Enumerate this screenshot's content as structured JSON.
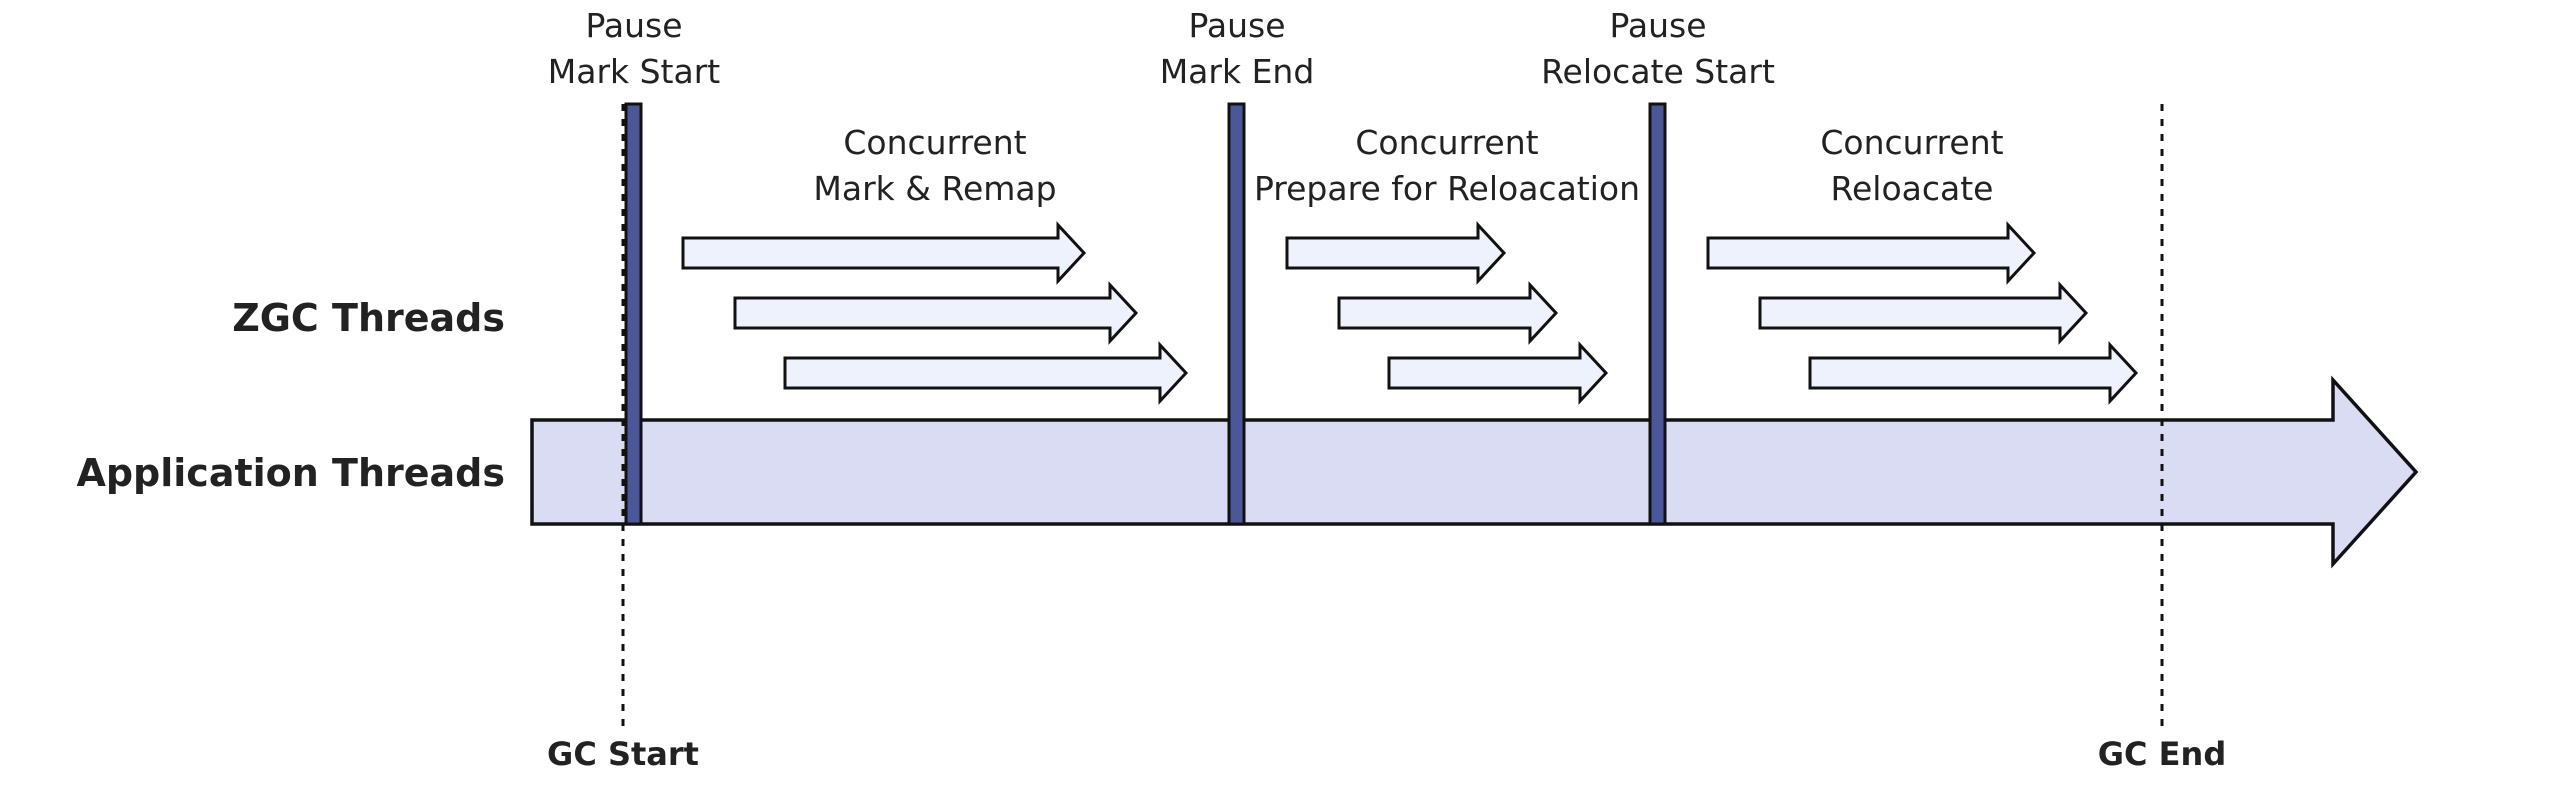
{
  "lanes": {
    "zgc": "ZGC Threads",
    "app": "Application Threads"
  },
  "pauses": [
    {
      "line1": "Pause",
      "line2": "Mark Start"
    },
    {
      "line1": "Pause",
      "line2": "Mark End"
    },
    {
      "line1": "Pause",
      "line2": "Relocate Start"
    }
  ],
  "phases": [
    {
      "line1": "Concurrent",
      "line2": "Mark & Remap"
    },
    {
      "line1": "Concurrent",
      "line2": "Prepare for Reloacation"
    },
    {
      "line1": "Concurrent",
      "line2": "Reloacate"
    }
  ],
  "markers": {
    "start": "GC Start",
    "end": "GC End"
  },
  "colors": {
    "app_band": "#dadcf4",
    "thread_arrow": "#eef2fc",
    "pause_bar": "#4a5798",
    "outline": "#111111"
  }
}
